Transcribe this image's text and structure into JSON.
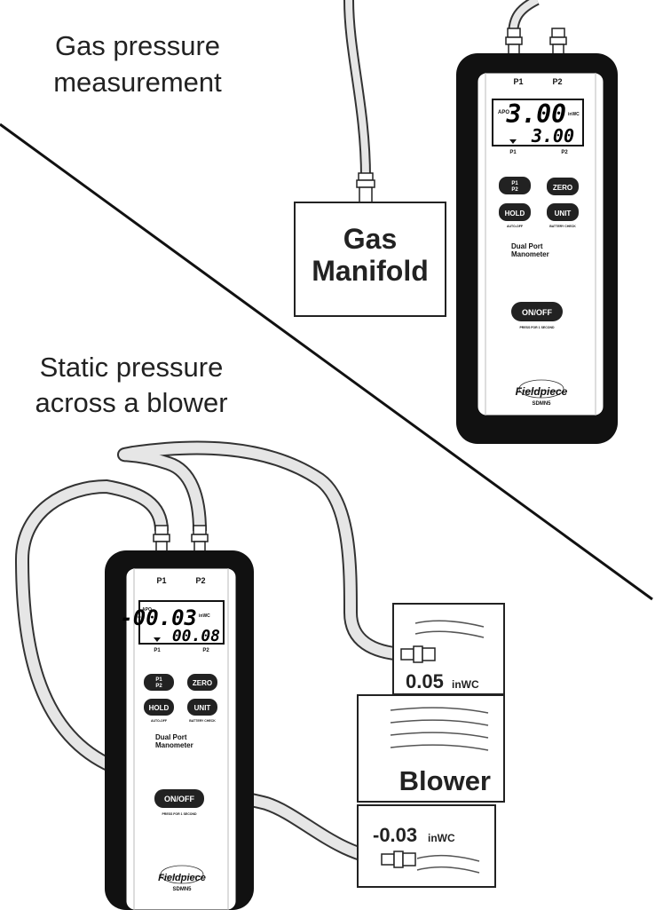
{
  "captions": {
    "gas_line1": "Gas pressure",
    "gas_line2": "measurement",
    "static_line1": "Static pressure",
    "static_line2": "across a blower"
  },
  "gas_manifold": {
    "line1": "Gas",
    "line2": "Manifold"
  },
  "meter_top": {
    "port1": "P1",
    "port2": "P2",
    "apo": "APO",
    "main_reading": "3.00",
    "unit": "inWC",
    "sub_reading": "3.00",
    "lcd_p1": "P1",
    "lcd_p2": "P2",
    "btn_p1p2_top": "P1",
    "btn_p1p2_bottom": "P2",
    "btn_zero": "ZERO",
    "btn_hold": "HOLD",
    "btn_unit": "UNIT",
    "auto_off": "AUTO-OFF",
    "battery_check": "BATTERY CHECK",
    "model_line1": "Dual Port",
    "model_line2": "Manometer",
    "btn_onoff": "ON/OFF",
    "press_note": "PRESS FOR 1 SECOND",
    "brand": "Fieldpiece",
    "model": "SDMN5"
  },
  "meter_bottom": {
    "port1": "P1",
    "port2": "P2",
    "apo": "APO",
    "main_reading": "-00.03",
    "unit": "inWC",
    "sub_reading": "00.08",
    "lcd_p1": "P1",
    "lcd_p2": "P2",
    "btn_p1p2_top": "P1",
    "btn_p1p2_bottom": "P2",
    "btn_zero": "ZERO",
    "btn_hold": "HOLD",
    "btn_unit": "UNIT",
    "auto_off": "AUTO-OFF",
    "battery_check": "BATTERY CHECK",
    "model_line1": "Dual Port",
    "model_line2": "Manometer",
    "btn_onoff": "ON/OFF",
    "press_note": "PRESS FOR 1 SECOND",
    "brand": "Fieldpiece",
    "model": "SDMN5"
  },
  "blower": {
    "label": "Blower",
    "upper_reading": "0.05",
    "upper_unit": "inWC",
    "lower_reading": "-0.03",
    "lower_unit": "inWC"
  }
}
